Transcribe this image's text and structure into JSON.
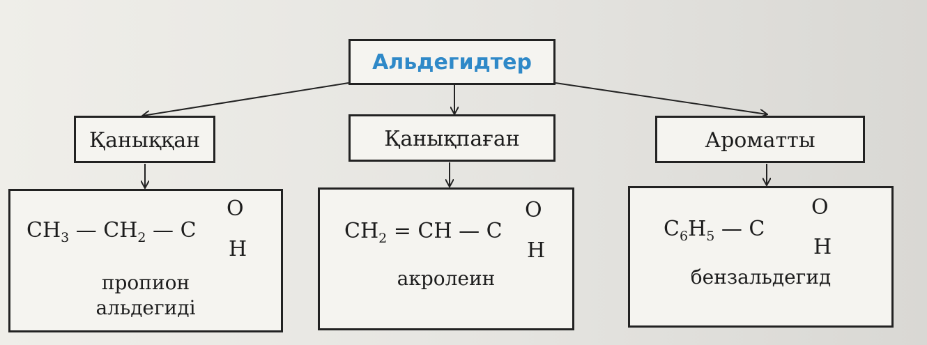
{
  "header": {
    "title": "Альдегидтер"
  },
  "categories": [
    {
      "label": "Қаныққан"
    },
    {
      "label": "Қанықпаған"
    },
    {
      "label": "Ароматты"
    }
  ],
  "examples": [
    {
      "formula": {
        "part1": "CH",
        "sub1": "3",
        "bond1": " — CH",
        "sub2": "2",
        "bond2": " — C",
        "o": "O",
        "h": "H"
      },
      "name_line1": "пропион",
      "name_line2": "альдегиді"
    },
    {
      "formula": {
        "part1": "CH",
        "sub1": "2",
        "bond1": " = CH — C",
        "o": "O",
        "h": "H"
      },
      "name_line1": "акролеин"
    },
    {
      "formula": {
        "part1": "C",
        "sub1": "6",
        "part2": "H",
        "sub2": "5",
        "bond1": " — C",
        "o": "O",
        "h": "H"
      },
      "name_line1": "бензальдегид"
    }
  ],
  "colors": {
    "title": "#2f89c8",
    "border": "#222222",
    "box_bg": "#f5f4f0"
  }
}
